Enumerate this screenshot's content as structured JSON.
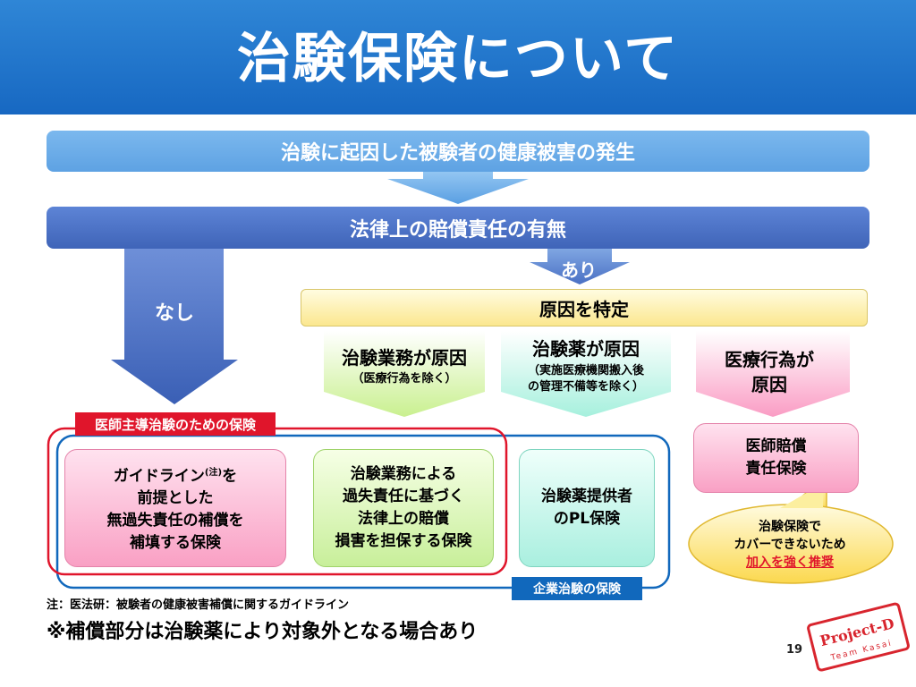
{
  "title": "治験保険について",
  "flow": {
    "top": "治験に起因した被験者の健康被害の発生",
    "liability": "法律上の賠償責任の有無",
    "none": "なし",
    "yes": "あり",
    "cause": "原因を特定"
  },
  "causes": [
    {
      "line1": "治験業務が原因",
      "line2": "（医療行為を除く）"
    },
    {
      "line1": "治験薬が原因",
      "line2": "（実施医療機関搬入後",
      "line3": "の管理不備等を除く）"
    },
    {
      "line1": "医療行為が",
      "line2": "原因"
    }
  ],
  "groups": {
    "investigator": "医師主導治験のための保険",
    "corporate": "企業治験の保険"
  },
  "boxes": {
    "guideline": {
      "l1a": "ガイドライン",
      "l1sup": "(注)",
      "l1b": "を",
      "l2": "前提とした",
      "l3": "無過失責任の補償を",
      "l4": "補填する保険"
    },
    "negligence": {
      "l1": "治験業務による",
      "l2": "過失責任に基づく",
      "l3": "法律上の賠償",
      "l4": "損害を担保する保険"
    },
    "pl": {
      "l1": "治験薬提供者",
      "l2": "のPL保険"
    },
    "medical": {
      "l1": "医師賠償",
      "l2": "責任保険"
    }
  },
  "bubble": {
    "l1": "治験保険で",
    "l2": "カバーできないため",
    "l3": "加入を強く推奨"
  },
  "note": "注：医法研：被験者の健康被害補償に関するガイドライン",
  "bignote": "※補償部分は治験薬により対象外となる場合あり",
  "page": "19",
  "stamp": {
    "l1": "Project-D",
    "l2": "Team Kasai"
  },
  "colors": {
    "header": "#1e75cc",
    "red": "#e0152b",
    "blue": "#1168bc"
  }
}
